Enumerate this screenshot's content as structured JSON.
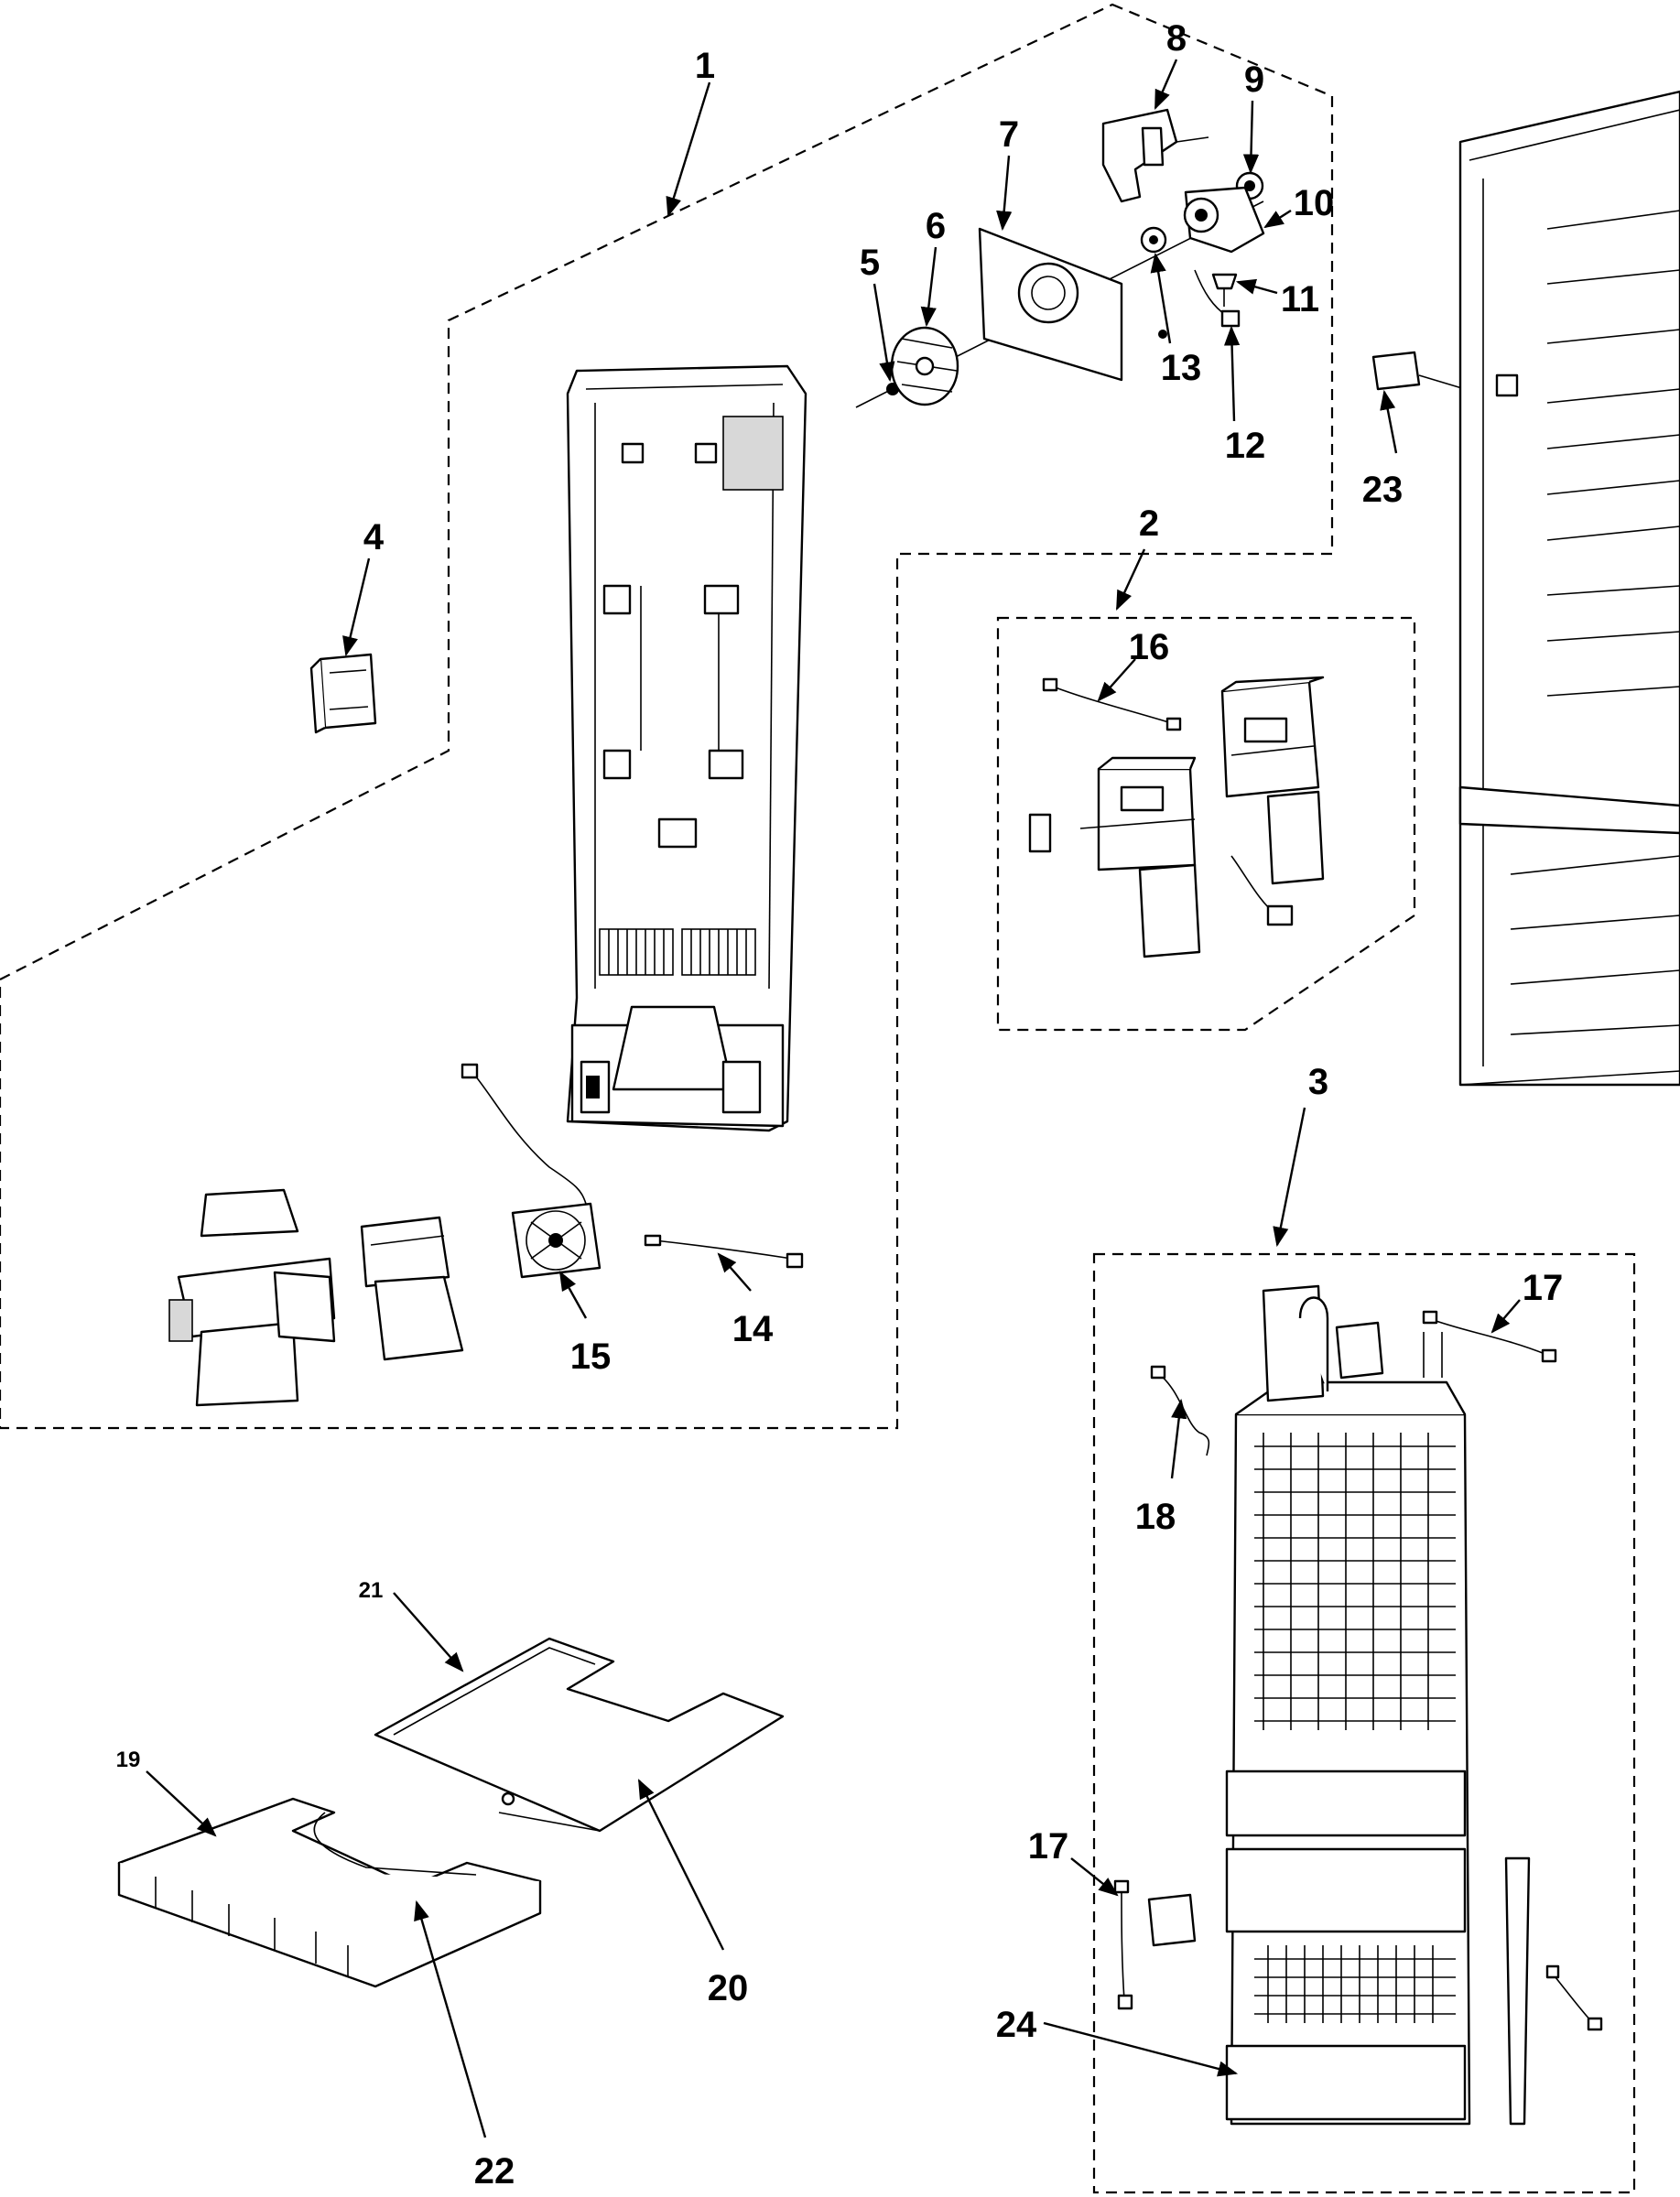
{
  "callouts": {
    "c1": "1",
    "c2": "2",
    "c3": "3",
    "c4": "4",
    "c5": "5",
    "c6": "6",
    "c7": "7",
    "c8": "8",
    "c9": "9",
    "c10": "10",
    "c11": "11",
    "c12": "12",
    "c13": "13",
    "c14": "14",
    "c15": "15",
    "c16": "16",
    "c17a": "17",
    "c17b": "17",
    "c18": "18",
    "c19": "19",
    "c20": "20",
    "c21": "21",
    "c22": "22",
    "c23": "23",
    "c24": "24"
  }
}
